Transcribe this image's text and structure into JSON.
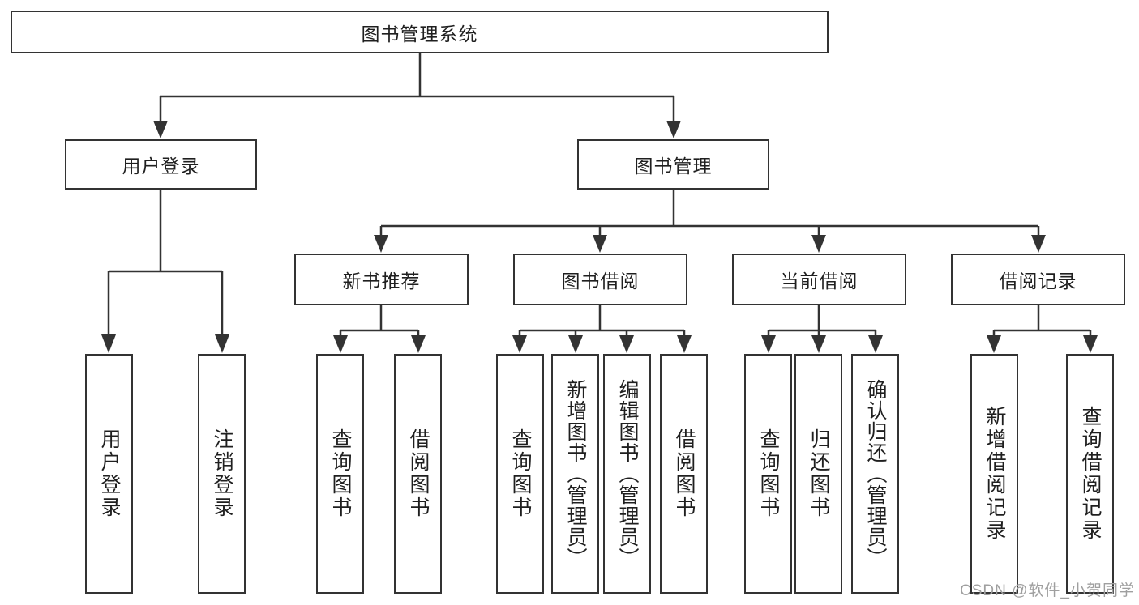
{
  "diagram": {
    "tree": {
      "label": "图书管理系统",
      "children": [
        {
          "label": "用户登录",
          "children": [
            {
              "label": "用户登录"
            },
            {
              "label": "注销登录"
            }
          ]
        },
        {
          "label": "图书管理",
          "children": [
            {
              "label": "新书推荐",
              "children": [
                {
                  "label": "查询图书"
                },
                {
                  "label": "借阅图书"
                }
              ]
            },
            {
              "label": "图书借阅",
              "children": [
                {
                  "label": "查询图书"
                },
                {
                  "label": "新增图书（管理员）"
                },
                {
                  "label": "编辑图书（管理员）"
                },
                {
                  "label": "借阅图书"
                }
              ]
            },
            {
              "label": "当前借阅",
              "children": [
                {
                  "label": "查询图书"
                },
                {
                  "label": "归还图书"
                },
                {
                  "label": "确认归还（管理员）"
                }
              ]
            },
            {
              "label": "借阅记录",
              "children": [
                {
                  "label": "新增借阅记录"
                },
                {
                  "label": "查询借阅记录"
                }
              ]
            }
          ]
        }
      ]
    },
    "watermark": "CSDN @软件_小贺同学",
    "colors": {
      "line": "#333333",
      "box_border": "#333333",
      "text": "#1f1f1f",
      "watermark": "#9f9f9f",
      "background": "#ffffff"
    }
  }
}
